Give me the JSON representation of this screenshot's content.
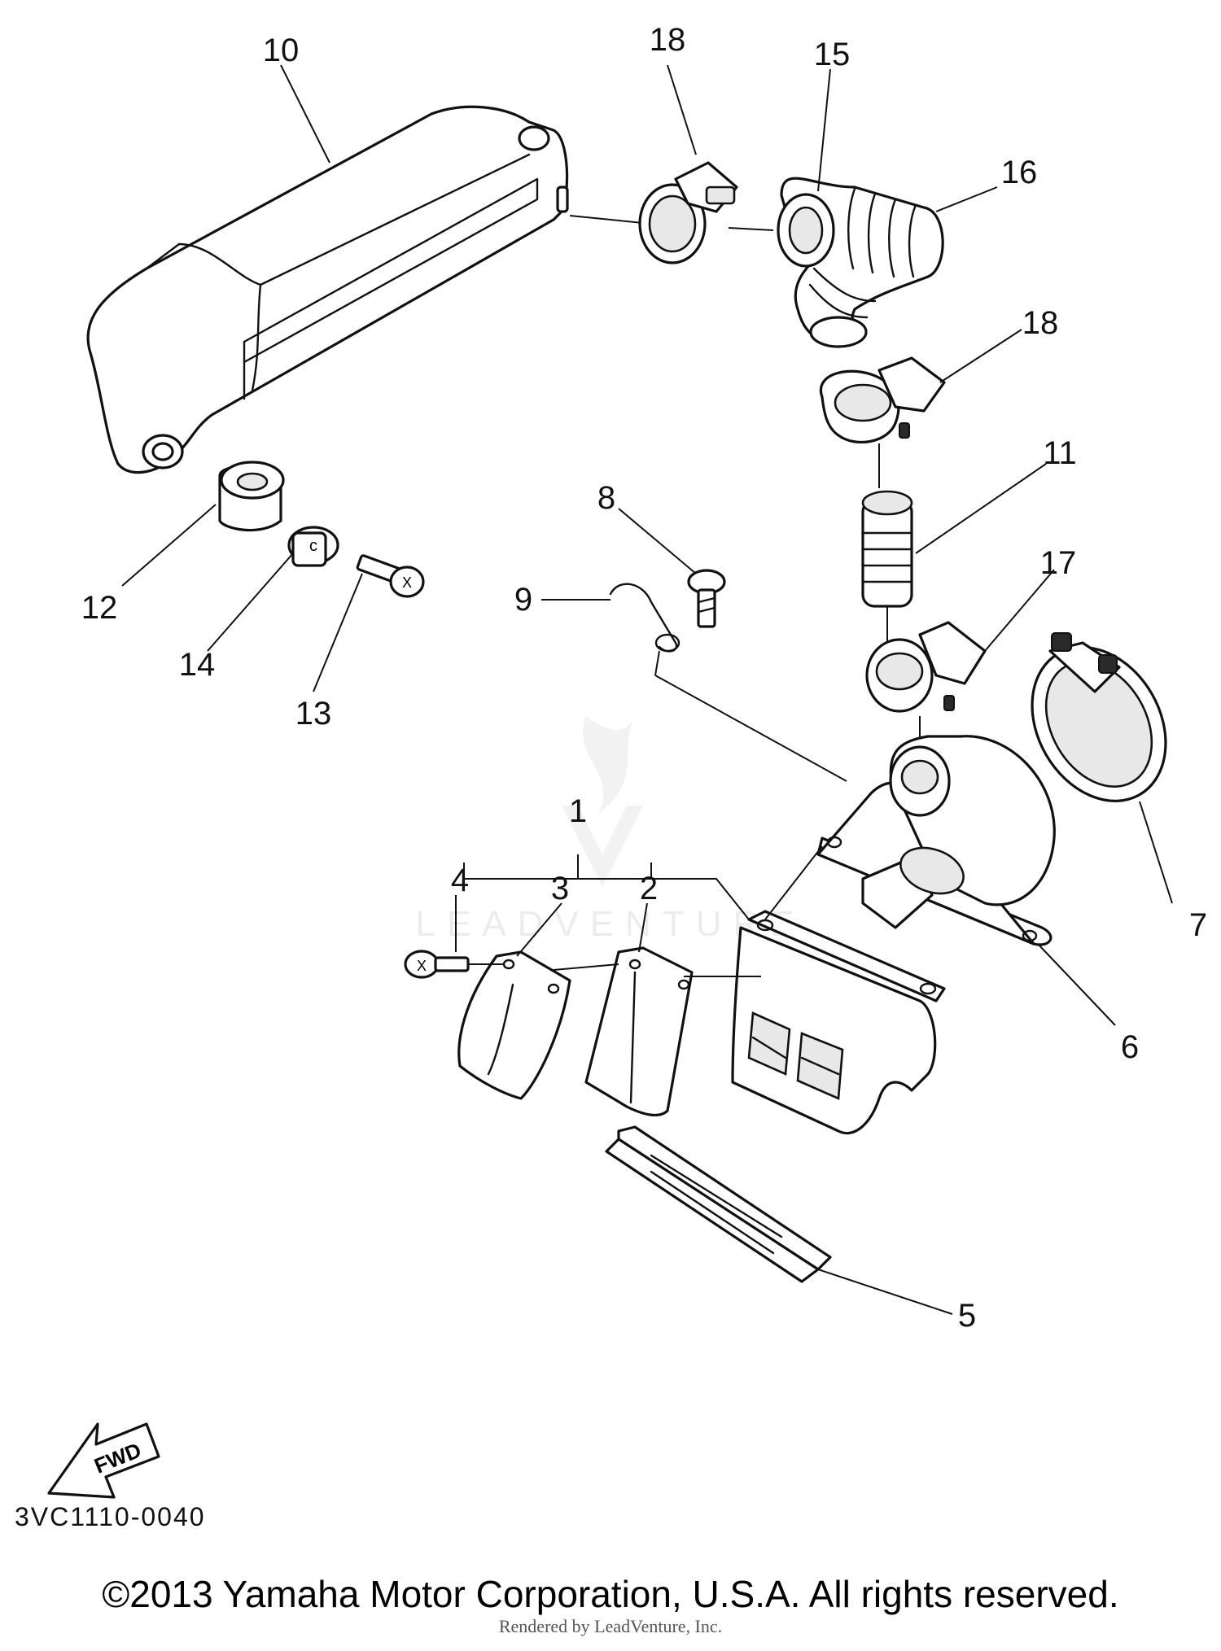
{
  "diagram": {
    "callouts": {
      "c1": "1",
      "c2": "2",
      "c3": "3",
      "c4": "4",
      "c5": "5",
      "c6": "6",
      "c7": "7",
      "c8": "8",
      "c9": "9",
      "c10": "10",
      "c11": "11",
      "c12": "12",
      "c13": "13",
      "c14": "14",
      "c15": "15",
      "c16": "16",
      "c17": "17",
      "c18a": "18",
      "c18b": "18"
    },
    "fwd_label": "FWD",
    "watermark_text": "LEADVENTURE",
    "drawing_code": "3VC1110-0040"
  },
  "footer": {
    "copyright": "©2013 Yamaha Motor Corporation, U.S.A. All rights reserved.",
    "rendered_by": "Rendered by LeadVenture, Inc."
  }
}
